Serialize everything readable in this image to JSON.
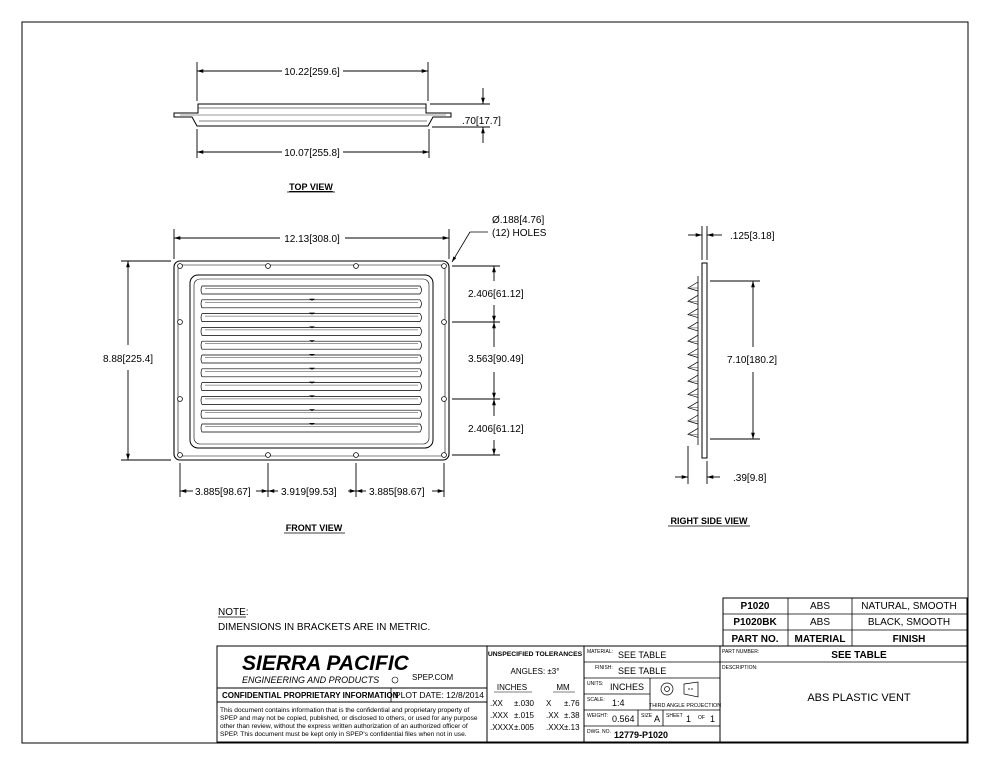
{
  "views": {
    "top_view": "TOP VIEW",
    "front_view": "FRONT VIEW",
    "right_side_view": "RIGHT SIDE VIEW"
  },
  "dimensions": {
    "top_width": "10.22",
    "top_width_mm": "259.6",
    "top_height": ".70",
    "top_height_mm": "17.7",
    "top_inner_width": "10.07",
    "top_inner_width_mm": "255.8",
    "front_width": "12.13",
    "front_width_mm": "308.0",
    "front_height": "8.88",
    "front_height_mm": "225.4",
    "hole_dia": "Ø.188",
    "hole_dia_mm": "4.76",
    "holes_count": "(12) HOLES",
    "v_spacing_top": "2.406",
    "v_spacing_top_mm": "61.12",
    "v_spacing_mid": "3.563",
    "v_spacing_mid_mm": "90.49",
    "v_spacing_bot": "2.406",
    "v_spacing_bot_mm": "61.12",
    "h_spacing_1": "3.885",
    "h_spacing_1_mm": "98.67",
    "h_spacing_2": "3.919",
    "h_spacing_2_mm": "99.53",
    "h_spacing_3": "3.885",
    "h_spacing_3_mm": "98.67",
    "side_thickness": ".125",
    "side_thickness_mm": "3.18",
    "side_height": "7.10",
    "side_height_mm": "180.2",
    "side_depth": ".39",
    "side_depth_mm": "9.8"
  },
  "notes": {
    "heading": "NOTE:",
    "text": "DIMENSIONS IN BRACKETS ARE IN METRIC."
  },
  "parts_table": {
    "rows": [
      {
        "part": "P1020",
        "material": "ABS",
        "finish": "NATURAL, SMOOTH"
      },
      {
        "part": "P1020BK",
        "material": "ABS",
        "finish": "BLACK, SMOOTH"
      }
    ],
    "headers": {
      "part": "PART NO.",
      "material": "MATERIAL",
      "finish": "FINISH"
    }
  },
  "title_block": {
    "company": "SIERRA PACIFIC",
    "subtitle": "ENGINEERING AND PRODUCTS",
    "website": "SPEP.COM",
    "confidential_heading": "CONFIDENTIAL PROPRIETARY INFORMATION",
    "plot_date": "PLOT DATE: 12/8/2014",
    "confidential_text": [
      "This document contains information that is the confidential and proprietary property of",
      "SPEP and may not be copied, published, or disclosed to others, or used for any purpose",
      "other than review, without the express written authorization of an authorized officer of",
      "SPEP. This document must be kept only in SPEP's confidential files when not in use."
    ],
    "tolerances_heading": "UNSPECIFIED TOLERANCES",
    "angles": "ANGLES: ±3°",
    "inches_label": "INCHES",
    "mm_label": "MM",
    "tol_rows": [
      {
        "in": ".XX",
        "in_tol": "±.030",
        "mm": "X",
        "mm_tol": "±.76"
      },
      {
        "in": ".XXX",
        "in_tol": "±.015",
        "mm": ".XX",
        "mm_tol": "±.38"
      },
      {
        "in": ".XXXX",
        "in_tol": "±.005",
        "mm": ".XXX",
        "mm_tol": "±.13"
      }
    ],
    "material_label": "MATERIAL:",
    "material_value": "SEE TABLE",
    "finish_label": "FINISH:",
    "finish_value": "SEE TABLE",
    "units_label": "UNITS:",
    "units_value": "INCHES",
    "scale_label": "SCALE:",
    "scale_value": "1:4",
    "projection_label": "THIRD ANGLE PROJECTION",
    "weight_label": "WEIGHT:",
    "weight_value": "0.564",
    "size_label": "SIZE",
    "size_value": "A",
    "sheet_label": "SHEET",
    "sheet_value": "1",
    "of_label": "OF",
    "sheet_total": "1",
    "dwg_label": "DWG. NO.",
    "dwg_value": "12779-P1020",
    "part_number_label": "PART NUMBER:",
    "part_number_value": "SEE TABLE",
    "description_label": "DESCRIPTION:",
    "description_value": "ABS PLASTIC VENT"
  }
}
